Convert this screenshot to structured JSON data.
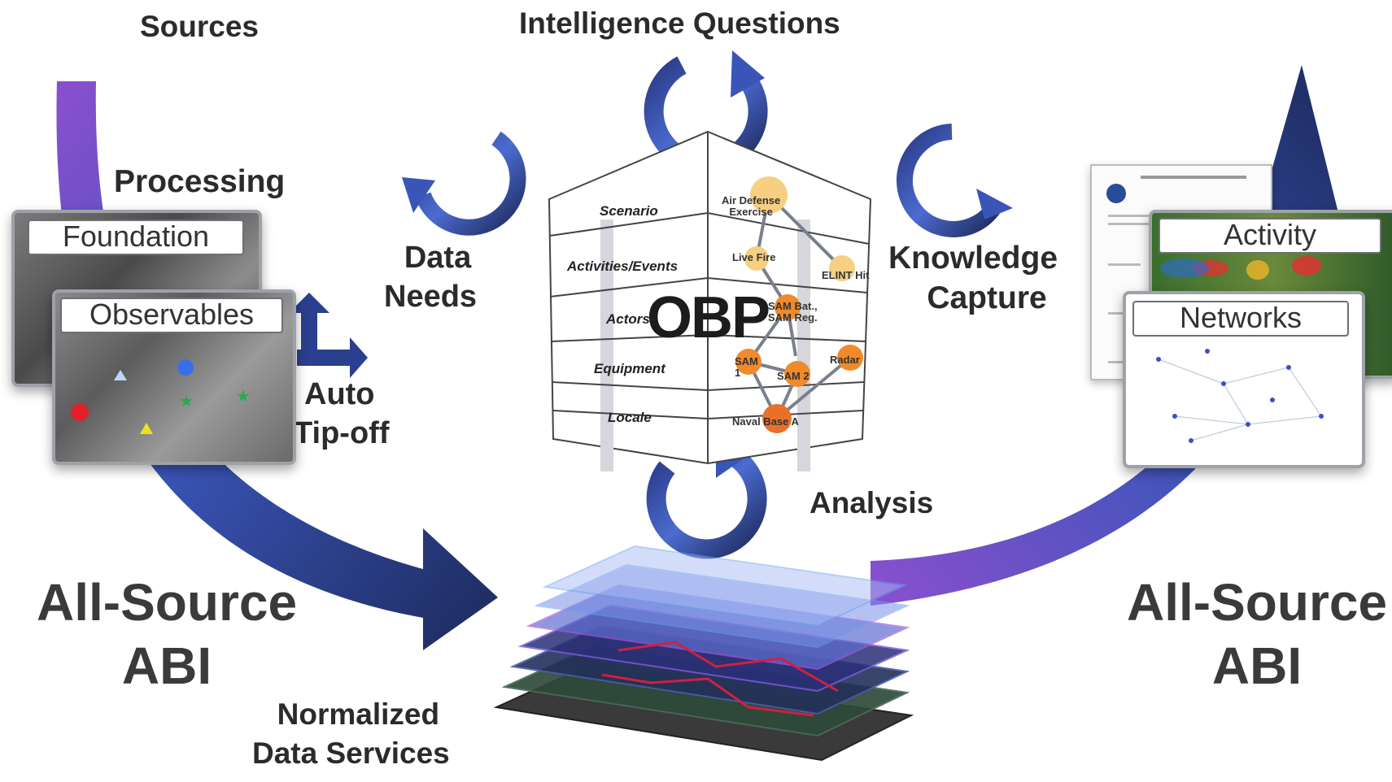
{
  "labels": {
    "sources": "Sources",
    "intelligence_questions": "Intelligence Questions",
    "processing": "Processing",
    "data_needs": [
      "Data",
      "Needs"
    ],
    "knowledge_capture": [
      "Knowledge",
      "Capture"
    ],
    "auto_tipoff": [
      "Auto",
      "Tip-off"
    ],
    "analysis": "Analysis",
    "normalized": [
      "Normalized",
      "Data Services"
    ],
    "all_source_left": [
      "All-Source",
      "ABI"
    ],
    "all_source_right": [
      "All-Source",
      "ABI"
    ]
  },
  "panels": {
    "foundation": "Foundation",
    "observables": "Observables",
    "activity": "Activity",
    "networks": "Networks"
  },
  "obp": {
    "title": "OBP",
    "rows": [
      "Scenario",
      "Activities/Events",
      "Actors",
      "Equipment",
      "Locale"
    ],
    "nodes": {
      "air_defense": [
        "Air Defense",
        "Exercise"
      ],
      "live_fire": "Live Fire",
      "elint": "ELINT Hit",
      "sam_bat": [
        "SAM Bat.,",
        "SAM Reg."
      ],
      "sam1": "SAM 1",
      "sam2": "SAM 2",
      "radar": "Radar",
      "naval_base": "Naval Base A"
    }
  },
  "colors": {
    "arrow_dark": "#1d2a5c",
    "arrow_mid": "#3a55b8",
    "arrow_purple": "#8b4fcf",
    "node_orange": "#f08a2a",
    "node_yellow": "#f6cf82"
  }
}
